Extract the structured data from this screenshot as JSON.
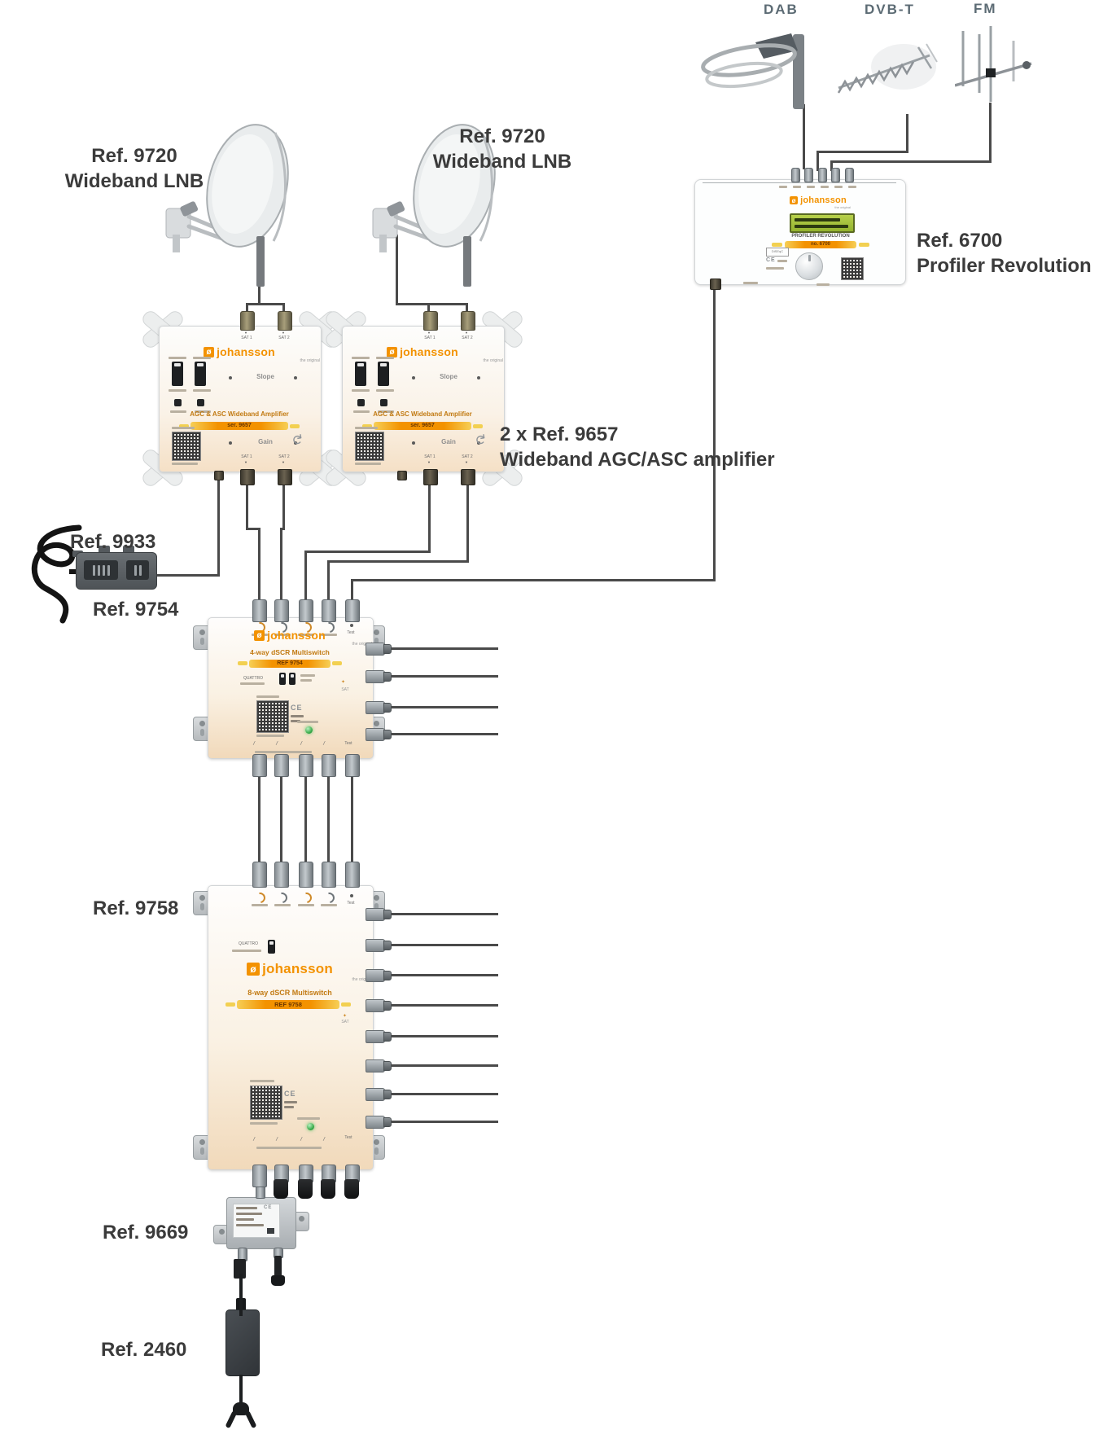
{
  "colors": {
    "accent_orange": "#f39200",
    "ref_bar_orange": "#f39200",
    "wire": "#4a4a4a",
    "label_text": "#3b3b3b",
    "antenna_label": "#5c6b74",
    "lcd_green": "#a3c13c",
    "led_green": "#35a846"
  },
  "antenna_labels": {
    "dab": "DAB",
    "dvbt": "DVB-T",
    "fm": "FM"
  },
  "brand": {
    "name": "johansson",
    "tagline": "the original"
  },
  "labels": {
    "dish1": {
      "ref": "Ref. 9720",
      "name": "Wideband LNB"
    },
    "dish2": {
      "ref": "Ref. 9720",
      "name": "Wideband LNB"
    },
    "profiler": {
      "ref": "Ref. 6700",
      "name": "Profiler Revolution"
    },
    "amplifiers": {
      "ref": "2 x Ref. 9657",
      "name": "Wideband AGC/ASC amplifier"
    },
    "psu9933": {
      "ref": "Ref. 9933"
    },
    "ms9754": {
      "ref": "Ref. 9754"
    },
    "ms9758": {
      "ref": "Ref. 9758"
    },
    "splitter9669": {
      "ref": "Ref. 9669"
    },
    "psu2460": {
      "ref": "Ref. 2460"
    }
  },
  "devices": {
    "profiler6700": {
      "panel_title": "PROFILER REVOLUTION",
      "ref_bar": "no. 6700",
      "ce": "CE",
      "diseqc": "DiSEqC"
    },
    "amp9657": {
      "title": "AGC & ASC Wideband Amplifier",
      "ref_bar": "ser. 9657",
      "slope": "Slope",
      "gain": "Gain",
      "sat1": "SAT 1",
      "sat2": "SAT 2"
    },
    "ms9754": {
      "title": "4-way dSCR Multiswitch",
      "ref_bar": "REF 9754",
      "mode_switch": "QUATTRO",
      "test": "Test",
      "sat": "SAT",
      "ce": "CE"
    },
    "ms9758": {
      "title": "8-way dSCR Multiswitch",
      "ref_bar": "REF 9758",
      "mode_switch": "QUATTRO",
      "test": "Test",
      "sat": "SAT",
      "ce": "CE"
    }
  }
}
